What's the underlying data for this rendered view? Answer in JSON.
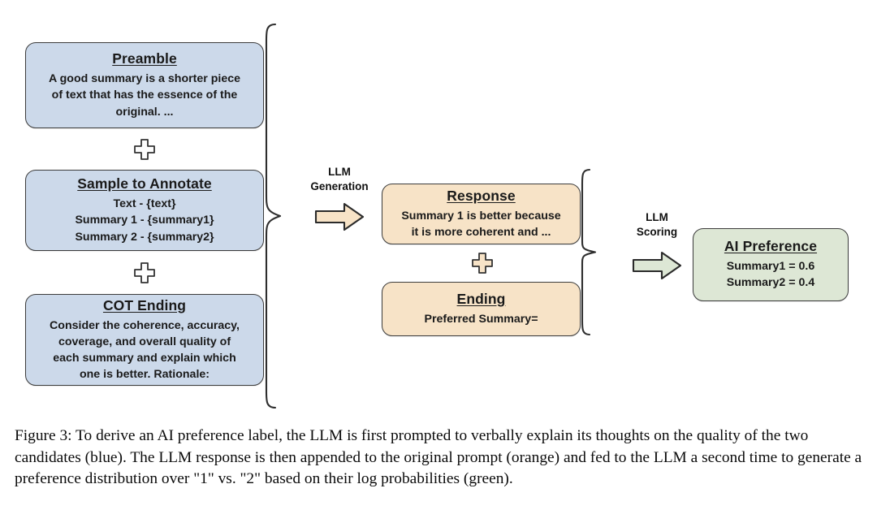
{
  "figure": {
    "prompt_nodes": [
      {
        "id": "preamble",
        "color_role": "blue",
        "title": "Preamble",
        "lines": [
          "A good summary is a shorter piece",
          "of text that has the essence of the",
          "original. ..."
        ]
      },
      {
        "id": "sample",
        "color_role": "blue",
        "title": "Sample to Annotate",
        "lines": [
          "Text - {text}",
          "Summary 1 - {summary1}",
          "Summary 2 - {summary2}"
        ]
      },
      {
        "id": "cot",
        "color_role": "blue",
        "title": "COT Ending",
        "lines": [
          "Consider the coherence, accuracy,",
          "coverage, and overall quality of",
          "each summary and explain which",
          "one is better. Rationale:"
        ]
      }
    ],
    "response_nodes": [
      {
        "id": "response",
        "color_role": "orange",
        "title": "Response",
        "lines": [
          "Summary 1 is better because",
          "it is more coherent and ..."
        ]
      },
      {
        "id": "ending",
        "color_role": "orange",
        "title": "Ending",
        "lines": [
          "Preferred Summary="
        ]
      }
    ],
    "output_node": {
      "id": "ai-preference",
      "color_role": "green",
      "title": "AI Preference",
      "lines": [
        "Summary1 = 0.6",
        "Summary2 = 0.4"
      ]
    },
    "arrows": [
      {
        "id": "llm-generation",
        "label_line1": "LLM",
        "label_line2": "Generation",
        "fill": "#f7e3c7"
      },
      {
        "id": "llm-scoring",
        "label_line1": "LLM",
        "label_line2": "Scoring",
        "fill": "#dde7d5"
      }
    ],
    "operators": [
      {
        "id": "plus-preamble-sample",
        "glyph": "plus",
        "fill": "#fdfdfd"
      },
      {
        "id": "plus-sample-cot",
        "glyph": "plus",
        "fill": "#fdfdfd"
      },
      {
        "id": "plus-response-ending",
        "glyph": "plus",
        "fill": "#f7e3c7"
      }
    ],
    "colors": {
      "blue_fill": "#ccd9ea",
      "orange_fill": "#f7e3c7",
      "green_fill": "#dde7d5",
      "stroke": "#3c3c3c",
      "background": "#ffffff"
    }
  },
  "caption": {
    "text": "Figure 3: To derive an AI preference label, the LLM is first prompted to verbally explain its thoughts on the quality of the two candidates (blue). The LLM response is then appended to the original prompt (orange) and fed to the LLM a second time to generate a preference distribution over \"1\" vs. \"2\" based on their log probabilities (green)."
  }
}
